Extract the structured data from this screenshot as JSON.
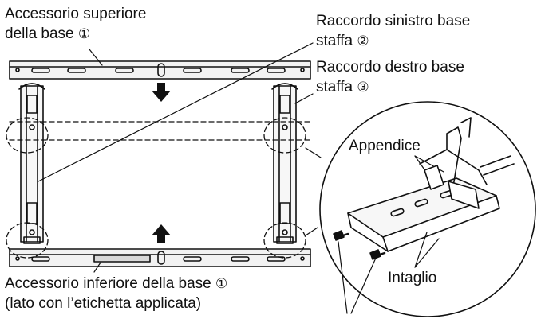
{
  "labels": {
    "top_accessory": {
      "line1": "Accessorio superiore",
      "line2": "della base",
      "num": "①"
    },
    "left_bracket": {
      "line1": "Raccordo sinistro base",
      "line2": "staffa",
      "num": "②"
    },
    "right_bracket": {
      "line1": "Raccordo destro base",
      "line2": "staffa",
      "num": "③"
    },
    "tab": "Appendice",
    "notch": "Intaglio",
    "bottom_accessory": {
      "line1": "Accessorio inferiore della base",
      "num": "①",
      "line2": "(lato con l’etichetta applicata)"
    }
  },
  "icons": {
    "arrow_down": "arrow-down-icon",
    "arrow_up": "arrow-up-icon",
    "screw": "screw-icon"
  },
  "colors": {
    "line": "#111111",
    "background": "#ffffff",
    "fill_light": "#f2f2f2"
  }
}
